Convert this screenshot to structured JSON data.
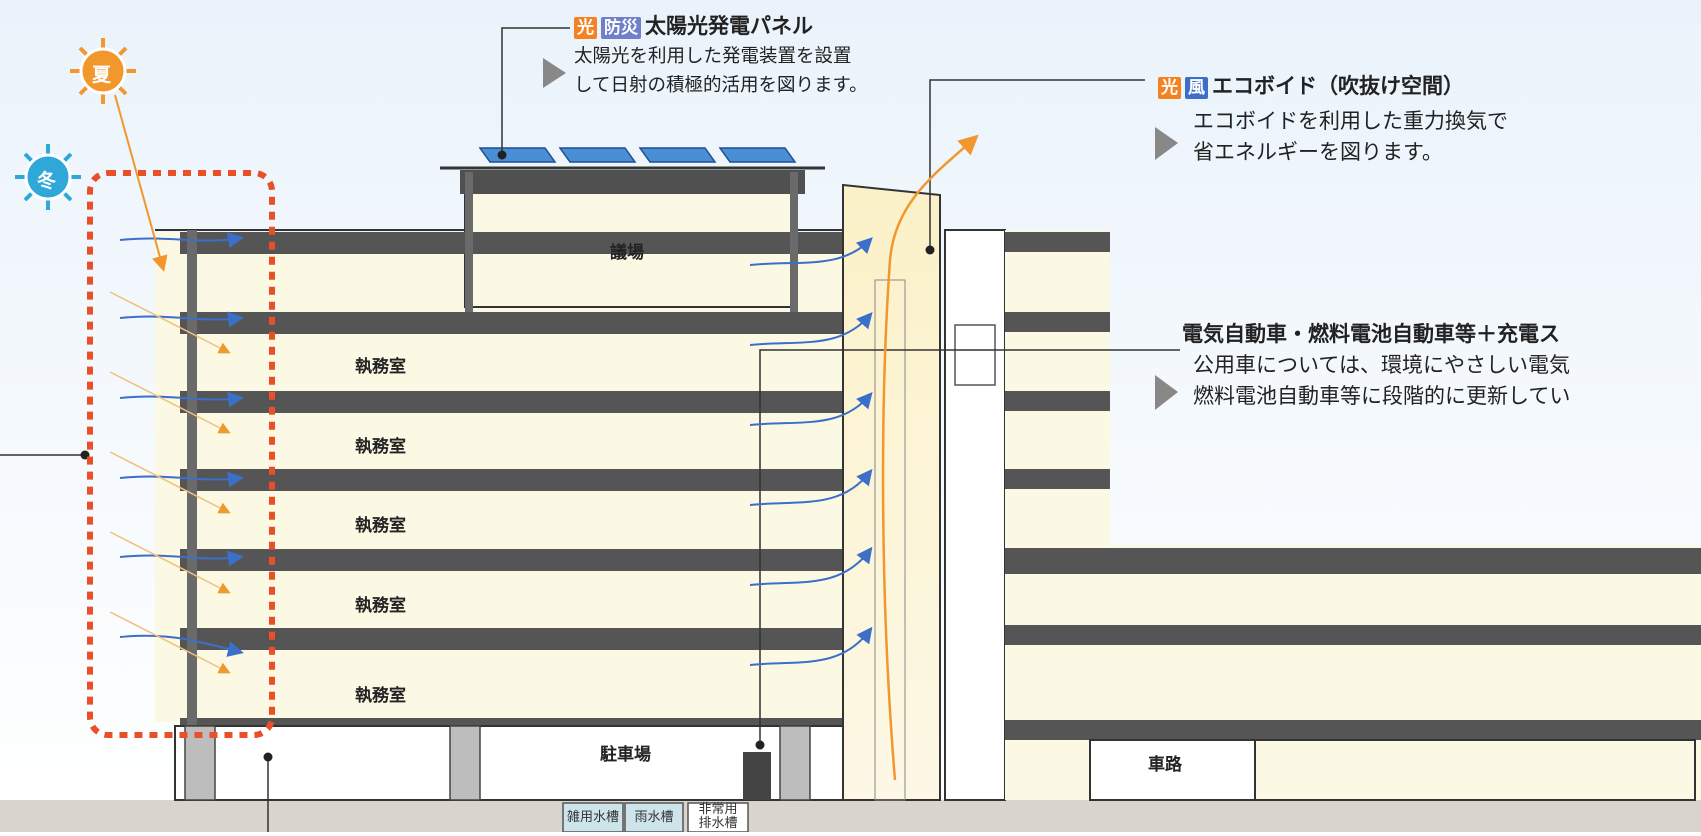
{
  "colors": {
    "orange": "#f58220",
    "blue": "#3b6fc8",
    "purple": "#6f7fc9",
    "green": "#6b8e4e",
    "summer": "#f2962e",
    "winter": "#2fa7d8",
    "dotted": "#e8502a"
  },
  "seasons": {
    "summer": "夏",
    "winter": "冬"
  },
  "solar": {
    "tag1": "光",
    "tag2": "防災",
    "title": "太陽光発電パネル",
    "line1": "太陽光を利用した発電装置を設置",
    "line2": "して日射の積極的活用を図ります。"
  },
  "ecovoid": {
    "tag1": "光",
    "tag2": "風",
    "title": "エコボイド（吹抜け空間）",
    "line1": "エコボイドを利用した重力換気で",
    "line2": "省エネルギーを図ります。"
  },
  "ev": {
    "title": "電気自動車・燃料電池自動車等＋充電ス",
    "line1": "公用車については、環境にやさしい電気",
    "line2": "燃料電池自動車等に段階的に更新してい"
  },
  "rooms": {
    "assembly": "議場",
    "office": "執務室",
    "parking": "駐車場",
    "road": "車路"
  },
  "tanks": {
    "t1": "雑用水槽",
    "t2": "雨水槽",
    "t3a": "非常用",
    "t3b": "排水槽"
  }
}
